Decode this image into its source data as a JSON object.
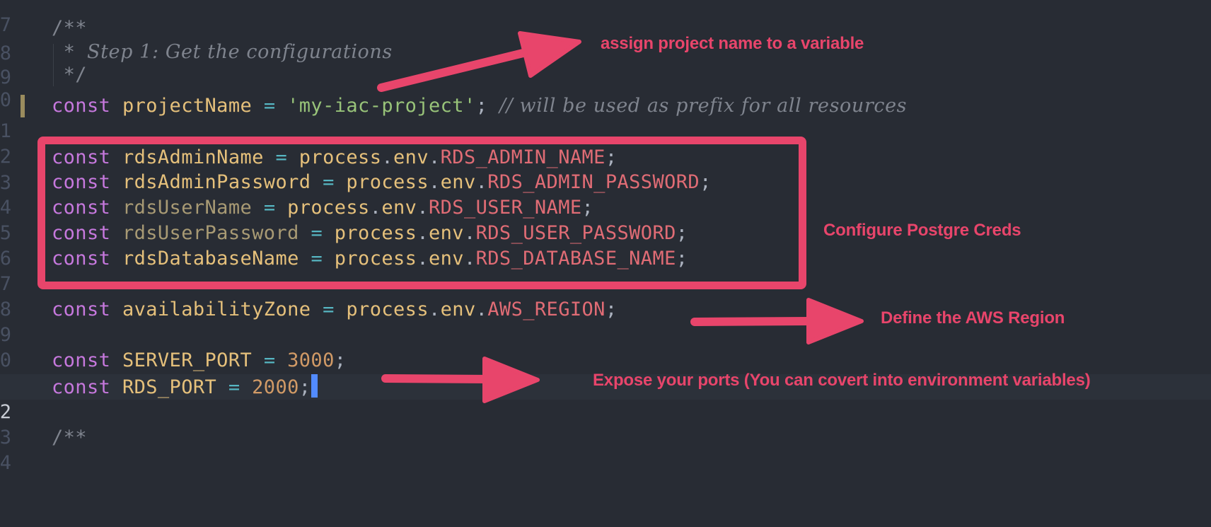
{
  "editor": {
    "theme_colors": {
      "background": "#282c34",
      "keyword": "#c678dd",
      "variable": "#e5c07b",
      "string": "#98c379",
      "env_property": "#e06c75",
      "number": "#d19a66",
      "comment": "#7f848e",
      "operator": "#56b6c2",
      "cursor": "#528bff",
      "annotation": "#e8456b"
    },
    "lines": [
      {
        "number": "7",
        "text": ""
      },
      {
        "number": "8",
        "comment": "/**"
      },
      {
        "number": "9",
        "comment_star": " * ",
        "comment": "Step 1: Get the configurations"
      },
      {
        "number": "0",
        "comment": " */"
      },
      {
        "number": "1",
        "keyword": "const",
        "name": "projectName",
        "op": "=",
        "value": "'my-iac-project'",
        "end": ";",
        "trailing_comment": "// will be used as prefix for all resources"
      },
      {
        "number": "2",
        "text": ""
      },
      {
        "number": "3",
        "keyword": "const",
        "name": "rdsAdminName",
        "op": "=",
        "obj": "process",
        "env": "env",
        "prop": "RDS_ADMIN_NAME",
        "end": ";"
      },
      {
        "number": "4",
        "keyword": "const",
        "name": "rdsAdminPassword",
        "op": "=",
        "obj": "process",
        "env": "env",
        "prop": "RDS_ADMIN_PASSWORD",
        "end": ";"
      },
      {
        "number": "5",
        "keyword": "const",
        "name": "rdsUserName",
        "op": "=",
        "obj": "process",
        "env": "env",
        "prop": "RDS_USER_NAME",
        "end": ";"
      },
      {
        "number": "6",
        "keyword": "const",
        "name": "rdsUserPassword",
        "op": "=",
        "obj": "process",
        "env": "env",
        "prop": "RDS_USER_PASSWORD",
        "end": ";"
      },
      {
        "number": "7",
        "keyword": "const",
        "name": "rdsDatabaseName",
        "op": "=",
        "obj": "process",
        "env": "env",
        "prop": "RDS_DATABASE_NAME",
        "end": ";"
      },
      {
        "number": "8",
        "text": ""
      },
      {
        "number": "9",
        "keyword": "const",
        "name": "availabilityZone",
        "op": "=",
        "obj": "process",
        "env": "env",
        "prop": "AWS_REGION",
        "end": ";"
      },
      {
        "number": "0",
        "text": ""
      },
      {
        "number": "1",
        "keyword": "const",
        "name": "SERVER_PORT",
        "op": "=",
        "value": "3000",
        "end": ";"
      },
      {
        "number": "2",
        "keyword": "const",
        "name": "RDS_PORT",
        "op": "=",
        "value": "2000",
        "end": ";"
      },
      {
        "number": "3",
        "text": ""
      },
      {
        "number": "4",
        "comment": "/**"
      }
    ]
  },
  "annotations": {
    "project_name": "assign project name to a variable",
    "postgres_creds": "Configure Postgre Creds",
    "aws_region": "Define the AWS Region",
    "ports": "Expose your ports (You can covert into environment variables)"
  }
}
